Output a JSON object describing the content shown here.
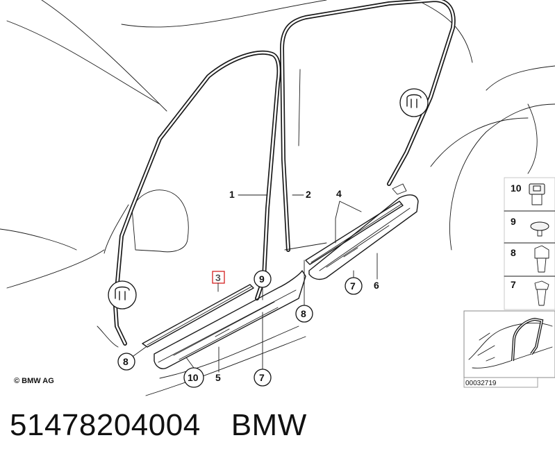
{
  "diagram": {
    "copyright": "© BMW AG",
    "image_number": "00032719",
    "callouts": {
      "c1": "1",
      "c2": "2",
      "c3": "3",
      "c4": "4",
      "c5": "5",
      "c6": "6",
      "c7a": "7",
      "c7b": "7",
      "c8a": "8",
      "c8b": "8",
      "c9": "9",
      "c10": "10"
    },
    "legend": {
      "l10": "10",
      "l9": "9",
      "l8": "8",
      "l7": "7"
    },
    "highlighted_part": "3"
  },
  "footer": {
    "part_number": "51478204004",
    "brand": "BMW"
  }
}
